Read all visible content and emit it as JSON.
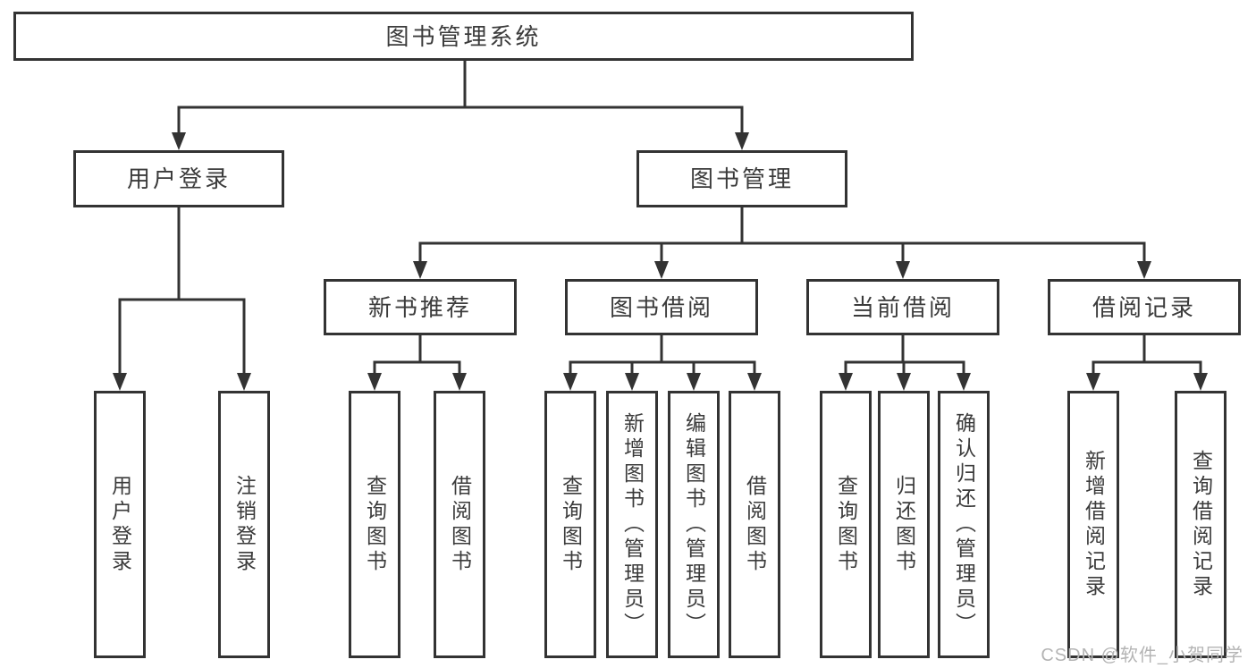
{
  "diagram": {
    "root": {
      "label": "图书管理系统"
    },
    "level2": [
      {
        "label": "用户登录"
      },
      {
        "label": "图书管理"
      }
    ],
    "level3": [
      {
        "label": "新书推荐"
      },
      {
        "label": "图书借阅"
      },
      {
        "label": "当前借阅"
      },
      {
        "label": "借阅记录"
      }
    ],
    "leaves": {
      "user_login": [
        {
          "label": "用户登录"
        },
        {
          "label": "注销登录"
        }
      ],
      "new_books": [
        {
          "label": "查询图书"
        },
        {
          "label": "借阅图书"
        }
      ],
      "book_borrowing": [
        {
          "label": "查询图书"
        },
        {
          "label": "新增图书（管理员）"
        },
        {
          "label": "编辑图书（管理员）"
        },
        {
          "label": "借阅图书"
        }
      ],
      "current_borrowing": [
        {
          "label": "查询图书"
        },
        {
          "label": "归还图书"
        },
        {
          "label": "确认归还（管理员）"
        }
      ],
      "borrowing_records": [
        {
          "label": "新增借阅记录"
        },
        {
          "label": "查询借阅记录"
        }
      ]
    }
  },
  "watermark": {
    "text": "CSDN @软件_小贺同学"
  },
  "colors": {
    "line": "#333333",
    "text": "#3b3b3b",
    "watermark": "#b4b4b4",
    "background": "#ffffff"
  }
}
